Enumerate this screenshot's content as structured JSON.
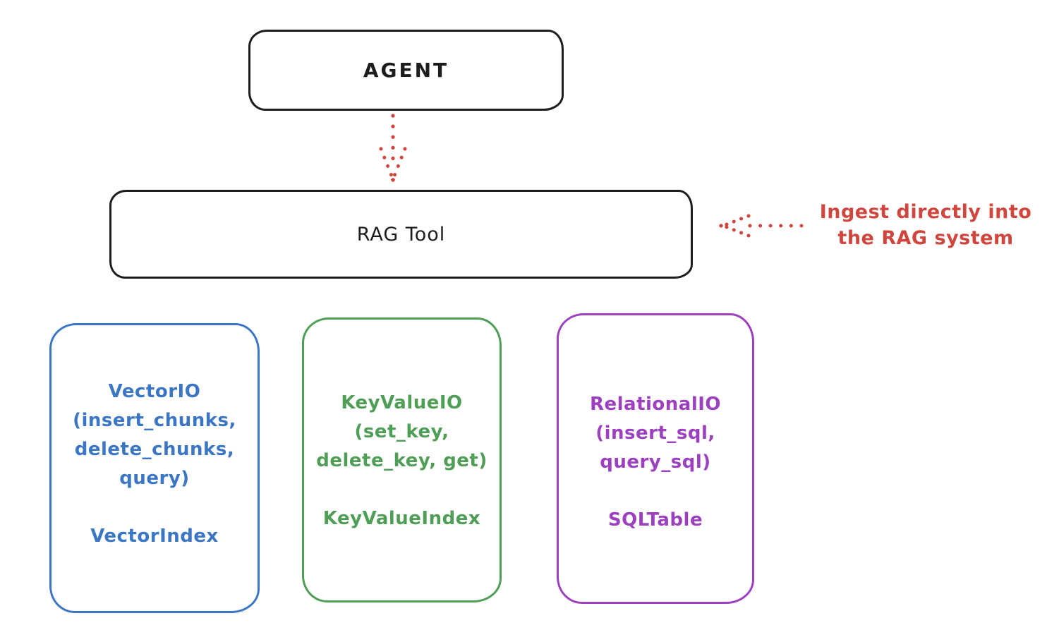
{
  "agent": {
    "label": "AGENT"
  },
  "rag_tool": {
    "label": "RAG Tool"
  },
  "annotation": {
    "line1": "Ingest directly into",
    "line2": "the RAG system"
  },
  "colors": {
    "stroke": "#1d1d1d",
    "red": "#d0453e",
    "blue": "#3b76c4",
    "green": "#4f9e56",
    "purple": "#9c40bf",
    "background": "#ffffff"
  },
  "icons": {
    "down_arrow": "dotted-down-arrow-icon",
    "left_arrow": "dotted-left-arrow-icon"
  },
  "backends": [
    {
      "title": "VectorIO",
      "methods_lines": [
        "(insert_chunks,",
        "delete_chunks,",
        "query)"
      ],
      "index_label": "VectorIndex",
      "color": "#3b76c4"
    },
    {
      "title": "KeyValueIO",
      "methods_lines": [
        "(set_key,",
        "delete_key, get)"
      ],
      "index_label": "KeyValueIndex",
      "color": "#4f9e56"
    },
    {
      "title": "RelationalIO",
      "methods_lines": [
        "(insert_sql,",
        "query_sql)"
      ],
      "index_label": "SQLTable",
      "color": "#9c40bf"
    }
  ]
}
